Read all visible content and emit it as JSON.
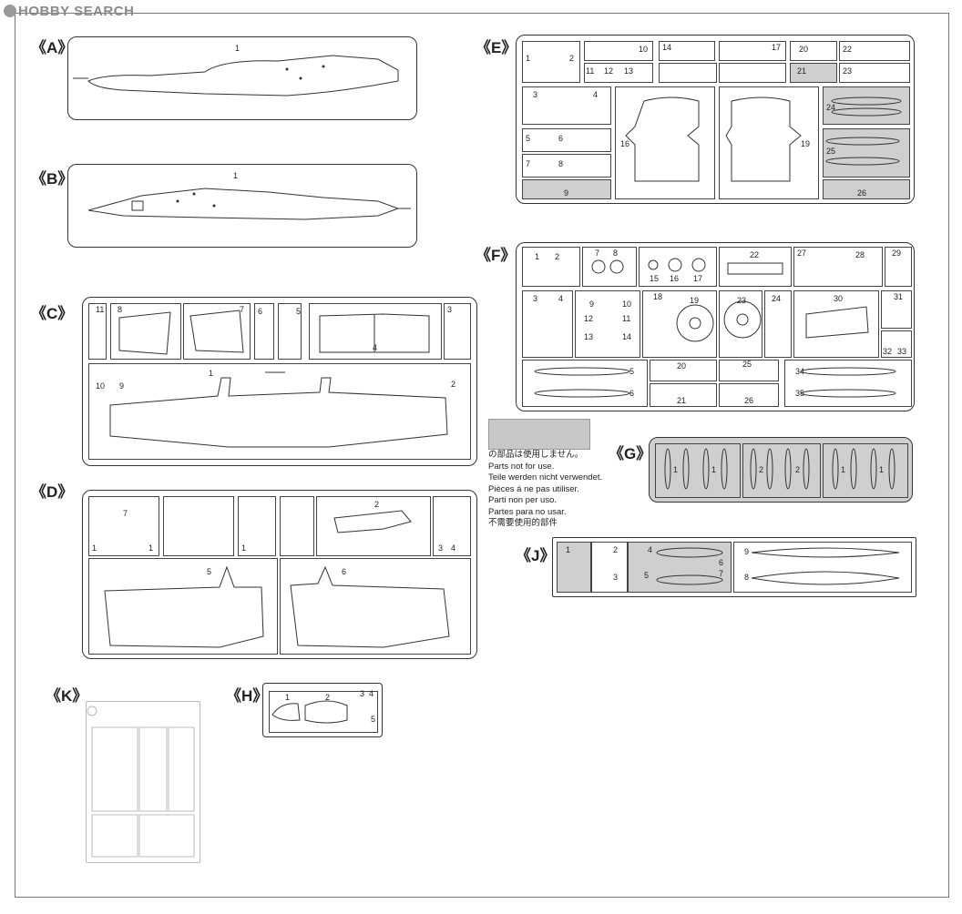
{
  "watermark": "HOBBY SEARCH",
  "sprue_labels": {
    "A": "《A》",
    "B": "《B》",
    "C": "《C》",
    "D": "《D》",
    "E": "《E》",
    "F": "《F》",
    "G": "《G》",
    "H": "《H》",
    "J": "《J》",
    "K": "《K》"
  },
  "legend": {
    "jp": "の部品は使用しません。",
    "en": "Parts not for use.",
    "de": "Teile werden nicht verwendet.",
    "fr": "Pièces á ne pas utiliser.",
    "it": "Parti non per uso.",
    "es": "Partes para no usar.",
    "zh": "不需要使用的部件"
  },
  "parts": {
    "A": [
      "1"
    ],
    "B": [
      "1"
    ],
    "C": [
      "1",
      "2",
      "3",
      "4",
      "5",
      "6",
      "7",
      "8",
      "9",
      "10",
      "11"
    ],
    "D": [
      "1",
      "1",
      "1",
      "2",
      "3",
      "4",
      "5",
      "6",
      "7"
    ],
    "E": [
      "1",
      "2",
      "3",
      "4",
      "5",
      "6",
      "7",
      "8",
      "9",
      "10",
      "11",
      "12",
      "13",
      "14",
      "16",
      "17",
      "19",
      "20",
      "21",
      "22",
      "23",
      "24",
      "25",
      "26"
    ],
    "F": [
      "1",
      "2",
      "3",
      "4",
      "5",
      "6",
      "7",
      "8",
      "9",
      "10",
      "11",
      "12",
      "13",
      "14",
      "15",
      "16",
      "17",
      "18",
      "19",
      "20",
      "21",
      "22",
      "23",
      "24",
      "25",
      "26",
      "27",
      "28",
      "29",
      "30",
      "31",
      "32",
      "33",
      "34",
      "35"
    ],
    "G": [
      "1",
      "1",
      "2",
      "2",
      "1",
      "1"
    ],
    "H": [
      "1",
      "2",
      "3",
      "4",
      "5"
    ],
    "J": [
      "1",
      "2",
      "3",
      "4",
      "5",
      "6",
      "7",
      "8",
      "9"
    ]
  },
  "colors": {
    "line": "#333333",
    "unused_fill": "#cfcfcf"
  }
}
